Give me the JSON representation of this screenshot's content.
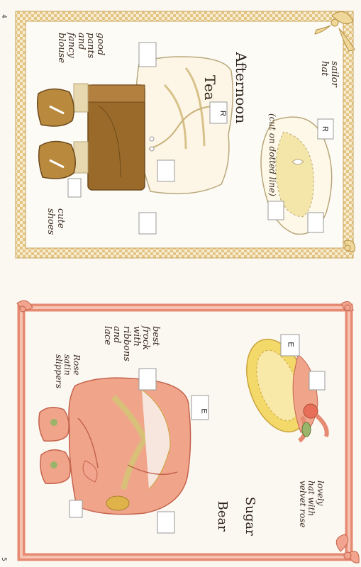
{
  "page_numbers": {
    "top": "4",
    "bottom": "5"
  },
  "top_panel": {
    "title_line1": "Afternoon",
    "title_line2": "Tea",
    "labels": {
      "sailor_hat": "sailor\nhat",
      "cut_on_dotted_line": "(cut on dotted line)",
      "good_pants_blouse": "good\npants\nand\nfancy\nblouse",
      "cute_shoes": "cute\nshoes"
    },
    "tab_letters": [
      "R",
      "R"
    ],
    "colors": {
      "border": "#d9b96c",
      "checker": "#e6c98a",
      "ribbon": "#c9a45a",
      "pants": "#9a6a2a",
      "shoes": "#b98a3e"
    }
  },
  "bottom_panel": {
    "title_line1": "Sugar",
    "title_line2": "Bear",
    "labels": {
      "best_frock": "best\nfrock\nwith\nribbons\nand\nlace",
      "rose_satin_slippers": "Rose\nsatin\nslippers",
      "lovely_hat": "lovely\nhat with\nvelvet rose"
    },
    "tab_letters": [
      "E",
      "E"
    ],
    "colors": {
      "border": "#e8917a",
      "ribbon": "#e68a72",
      "dress": "#f0a58a",
      "hat": "#f3d86a"
    }
  }
}
